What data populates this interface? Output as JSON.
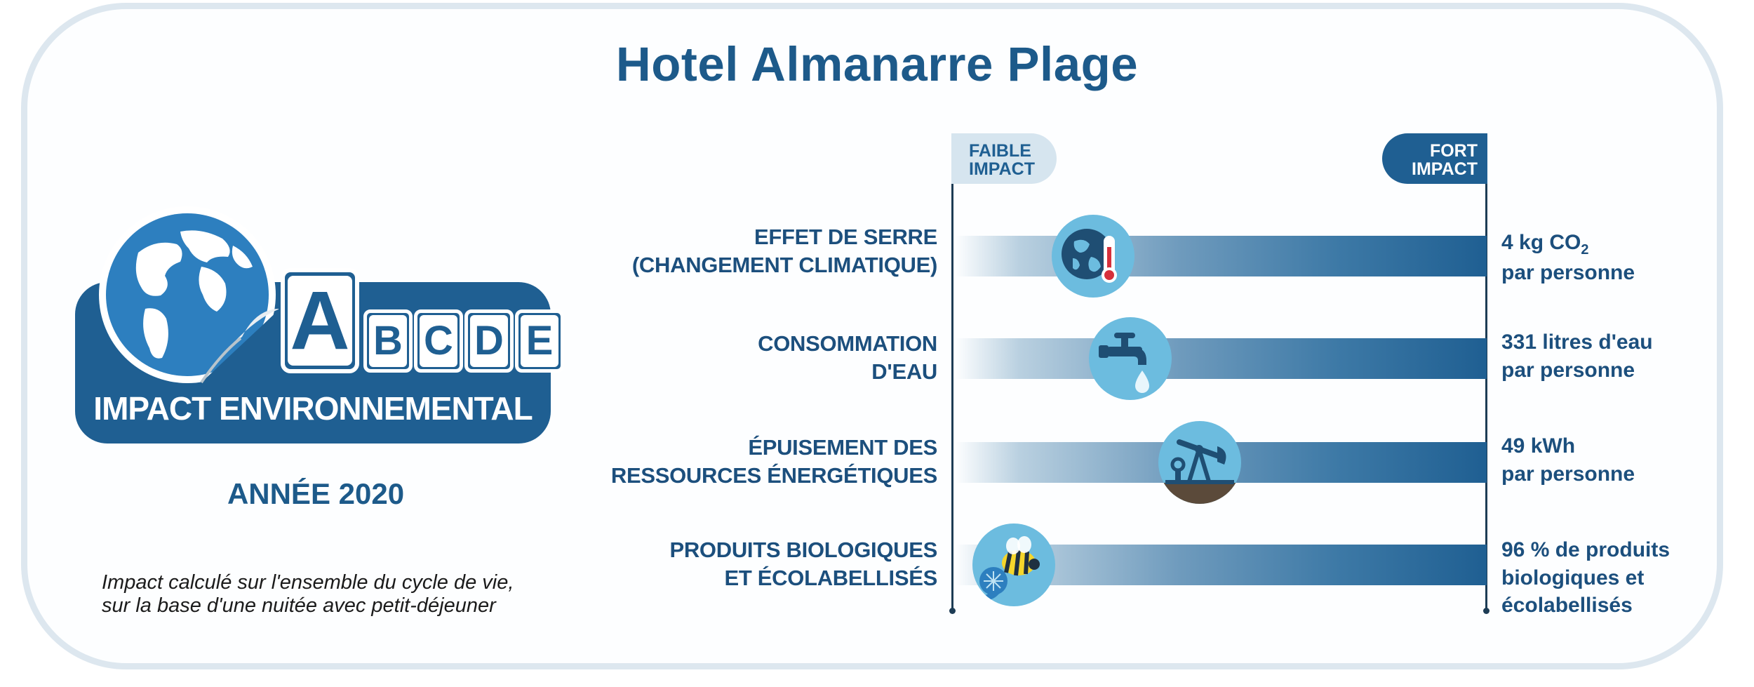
{
  "title": "Hotel Almanarre Plage",
  "badge": {
    "letters": [
      "A",
      "B",
      "C",
      "D",
      "E"
    ],
    "text": "IMPACT ENVIRONNEMENTAL"
  },
  "year": "ANNÉE 2020",
  "note": {
    "line1": "Impact calculé sur l'ensemble du cycle de vie,",
    "line2": "sur la base d'une nuitée avec petit-déjeuner"
  },
  "scale": {
    "low_line1": "FAIBLE",
    "low_line2": "IMPACT",
    "high_line1": "FORT",
    "high_line2": "IMPACT"
  },
  "rows": [
    {
      "label_line1": "EFFET DE SERRE",
      "label_line2": "(CHANGEMENT CLIMATIQUE)",
      "value_line1": "4 kg CO",
      "value_sub": "2",
      "value_line2": "par personne",
      "icon": "globe-thermometer-icon",
      "position": 0.2
    },
    {
      "label_line1": "CONSOMMATION",
      "label_line2": "D'EAU",
      "value_line1": "331 litres d'eau",
      "value_line2": "par personne",
      "icon": "water-tap-icon",
      "position": 0.27
    },
    {
      "label_line1": "ÉPUISEMENT DES",
      "label_line2": "RESSOURCES ÉNERGÉTIQUES",
      "value_line1": "49 kWh",
      "value_line2": "par personne",
      "icon": "oil-pump-icon",
      "position": 0.4
    },
    {
      "label_line1": "PRODUITS BIOLOGIQUES",
      "label_line2": "ET ÉCOLABELLISÉS",
      "value_line1": "96 % de produits",
      "value_line2": "biologiques et",
      "value_line3": "écolabellisés",
      "icon": "bee-flower-icon",
      "position": 0.05
    }
  ],
  "colors": {
    "primary": "#1f5f92",
    "title": "#1d5a8a",
    "light": "#d6e5ef",
    "bubble": "#6cbcdf",
    "border": "#dde7ef"
  }
}
